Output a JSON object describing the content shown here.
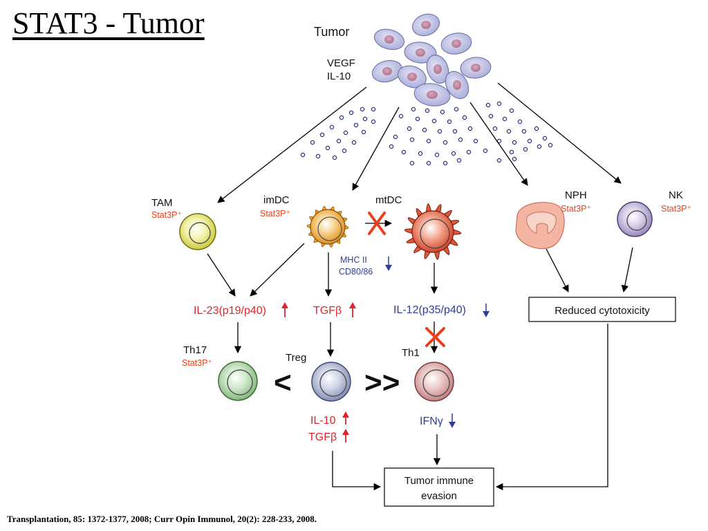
{
  "slide": {
    "title": "STAT3 - Tumor",
    "citation": "Transplantation, 85: 1372-1377, 2008; Curr Opin Immunol, 20(2): 228-233, 2008."
  },
  "diagram": {
    "tumor": {
      "label": "Tumor",
      "factors": [
        "VEGF",
        "IL-10"
      ]
    },
    "cells": {
      "tam": {
        "label": "TAM",
        "stat": "Stat3P⁺"
      },
      "imdc": {
        "label": "imDC",
        "stat": "Stat3P⁺"
      },
      "mtdc": {
        "label": "mtDC"
      },
      "nph": {
        "label": "NPH",
        "stat": "Stat3P⁺"
      },
      "nk": {
        "label": "NK",
        "stat": "Stat3P⁺"
      },
      "th17": {
        "label": "Th17",
        "stat": "Stat3P⁺"
      },
      "treg": {
        "label": "Treg"
      },
      "th1": {
        "label": "Th1"
      }
    },
    "markers": {
      "mhc": "MHC II",
      "cd": "CD80/86"
    },
    "cytokines": {
      "il23": "IL-23(p19/p40)",
      "tgfb": "TGFβ",
      "il12": "IL-12(p35/p40)",
      "il10": "IL-10",
      "tgfb2": "TGFβ",
      "ifng": "IFNγ"
    },
    "comparisons": {
      "lt": "<",
      "gtgt": ">>"
    },
    "boxes": {
      "reduced": "Reduced cytotoxicity",
      "evasion_line1": "Tumor immune",
      "evasion_line2": "evasion"
    },
    "colors": {
      "up_arrow": "#e0242a",
      "down_arrow": "#2f3e9c",
      "block_x": "#e8401c",
      "tam": "#e3e36a",
      "imdc": "#f2a72e",
      "mtdc": "#e55a3c",
      "nph": "#f2b7a5",
      "nk": "#bfb0d8",
      "th17": "#a9d3a2",
      "treg": "#a6aecd",
      "th1": "#dba2a4",
      "tumor_cell": "#b7b9e0",
      "vesicle": "#2c3580"
    }
  }
}
